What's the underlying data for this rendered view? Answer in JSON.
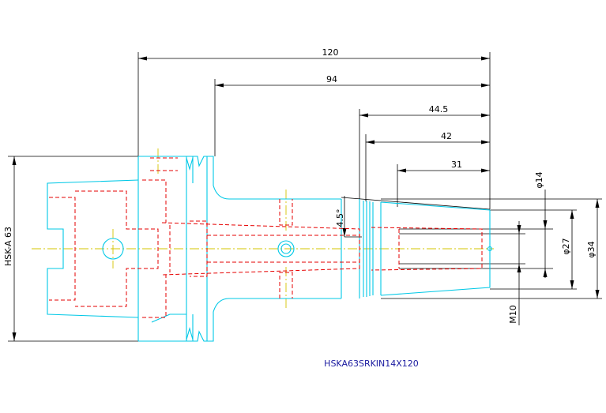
{
  "dimensions": {
    "overall_length": "120",
    "length_94": "94",
    "length_44_5": "44.5",
    "length_42": "42",
    "length_31": "31",
    "taper_angle": "4.5°",
    "dia_14": "φ14",
    "dia_27": "φ27",
    "dia_34": "φ34",
    "thread": "M10",
    "flange": "HSK-A 63"
  },
  "caption": "HSKA63SRKIN14X120",
  "colors": {
    "outline": "#00c8e6",
    "hidden": "#e60000",
    "centerline": "#d4c400",
    "dimension": "#000000",
    "caption": "#1a1aa0"
  }
}
